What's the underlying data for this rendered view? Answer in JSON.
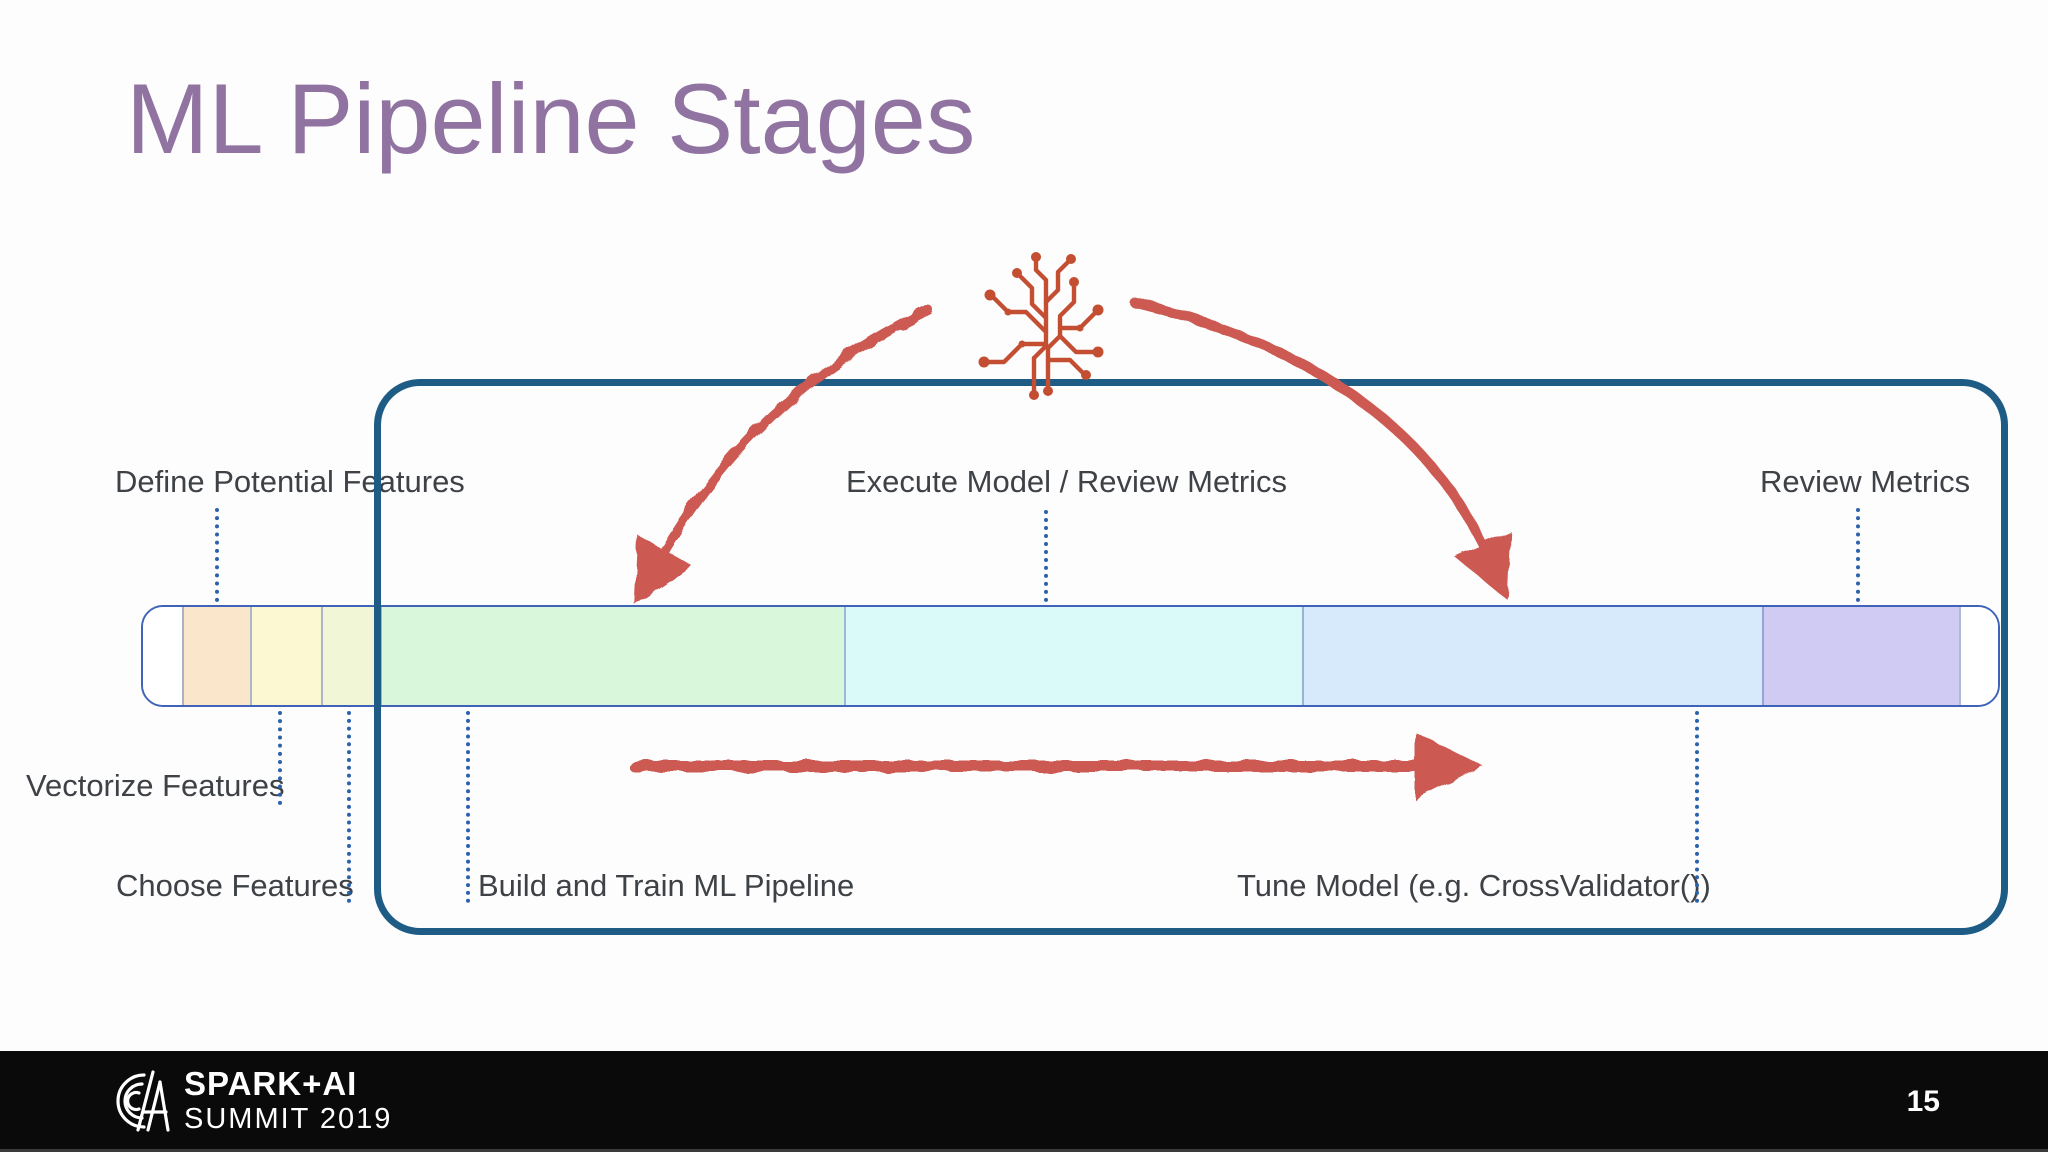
{
  "title": "ML Pipeline Stages",
  "stage_labels_top": [
    {
      "text": "Define Potential Features"
    },
    {
      "text": "Execute Model / Review Metrics"
    },
    {
      "text": "Review Metrics"
    }
  ],
  "stage_labels_bottom": [
    {
      "text": "Vectorize Features"
    },
    {
      "text": "Choose Features"
    },
    {
      "text": "Build and Train ML Pipeline"
    },
    {
      "text": "Tune Model (e.g. CrossValidator())"
    }
  ],
  "pipeline_segments": [
    {
      "name": "lead-blank",
      "color": "#ffffff",
      "weight": 39
    },
    {
      "name": "define-potential-features",
      "color": "#fae7cb",
      "weight": 67
    },
    {
      "name": "vectorize-features",
      "color": "#fcf9d2",
      "weight": 70
    },
    {
      "name": "choose-features",
      "color": "#f1f7d6",
      "weight": 58
    },
    {
      "name": "build-and-train-ml-pipeline",
      "color": "#d9f7da",
      "weight": 467
    },
    {
      "name": "execute-model-review-metrics",
      "color": "#daf9f9",
      "weight": 460
    },
    {
      "name": "tune-model",
      "color": "#d6eafb",
      "weight": 463
    },
    {
      "name": "review-metrics",
      "color": "#cfcbf3",
      "weight": 198
    },
    {
      "name": "tail-blank",
      "color": "#ffffff",
      "weight": 37
    }
  ],
  "footer": {
    "brand_line1": "SPARK+AI",
    "brand_line2": "SUMMIT 2019",
    "page_number": "15"
  },
  "colors": {
    "accent_red": "#cc5a52",
    "icon_red": "#c34e31",
    "title_purple": "#9173a2",
    "frame_blue": "#1e5c86",
    "bar_border_blue": "#3f63b8",
    "dotted_blue": "#2b62ad"
  }
}
